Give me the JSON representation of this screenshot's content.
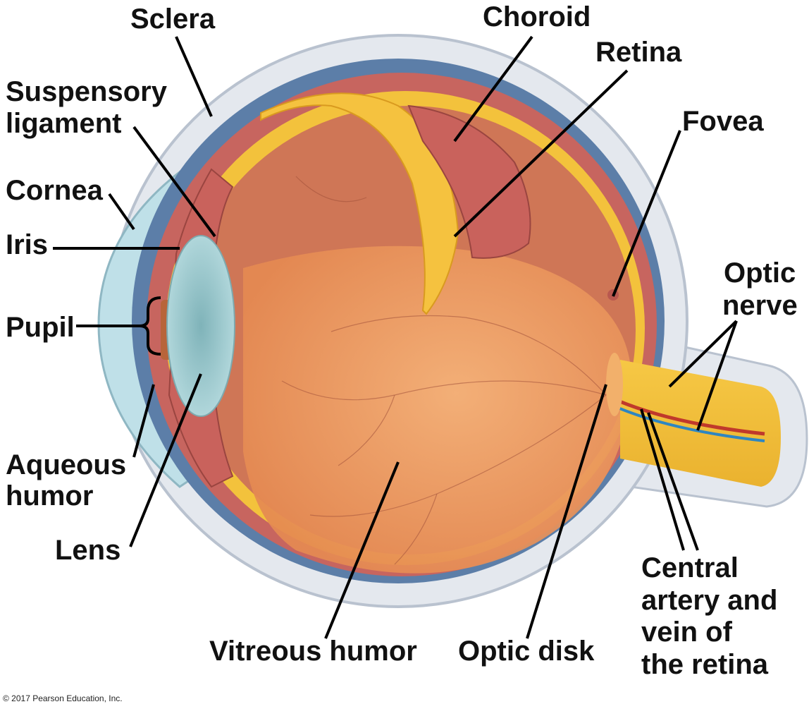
{
  "labels": {
    "sclera": "Sclera",
    "choroid": "Choroid",
    "retina": "Retina",
    "suspensory_1": "Suspensory",
    "suspensory_2": "ligament",
    "fovea": "Fovea",
    "cornea": "Cornea",
    "iris": "Iris",
    "optic_nerve_1": "Optic",
    "optic_nerve_2": "nerve",
    "pupil": "Pupil",
    "aqueous_1": "Aqueous",
    "aqueous_2": "humor",
    "lens": "Lens",
    "central_1": "Central",
    "central_2": "artery and",
    "central_3": "vein of",
    "central_4": "the retina",
    "vitreous": "Vitreous humor",
    "optic_disk": "Optic disk"
  },
  "copyright": "© 2017 Pearson Education, Inc.",
  "colors": {
    "sclera": "#e4e8ee",
    "sclera_edge": "#b9c2cf",
    "cornea": "#bfe0e8",
    "choroid_blue": "#5c7ea8",
    "choroid_red": "#c7655f",
    "retina_yellow": "#f3c23c",
    "vitreous": "#f0a468",
    "interior": "#cf7656",
    "lens": "#9cc9cf",
    "artery": "#c0392b",
    "vein": "#2e86c1"
  }
}
